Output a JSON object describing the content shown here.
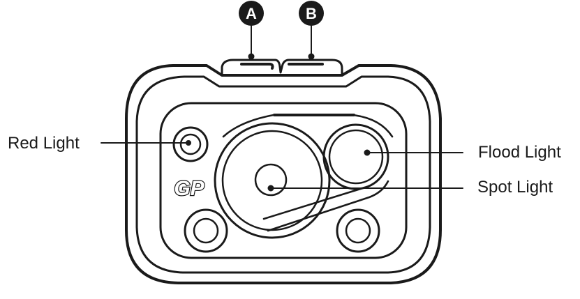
{
  "buttons": {
    "a": {
      "label": "A"
    },
    "b": {
      "label": "B"
    }
  },
  "labels": {
    "red_light": "Red Light",
    "flood_light": "Flood Light",
    "spot_light": "Spot Light"
  },
  "logo": {
    "text": "GP"
  },
  "colors": {
    "ink": "#1a1a1a",
    "background": "#ffffff"
  }
}
